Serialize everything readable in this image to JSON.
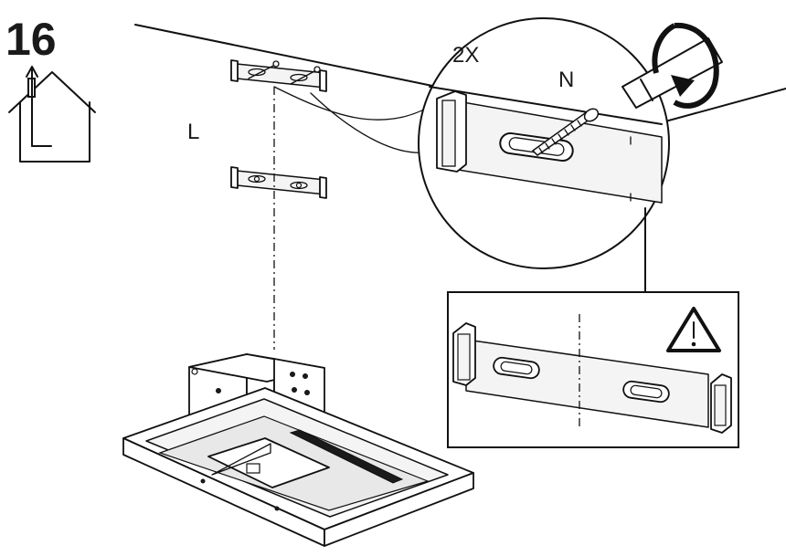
{
  "step": {
    "number": "16"
  },
  "labels": {
    "wall": "L",
    "quantity": "2X",
    "screw": "N"
  },
  "icons": {
    "room": "house-ceiling-icon",
    "warning": "warning-triangle-icon",
    "rotation": "rotate-clockwise-icon",
    "tool": "screwdriver-icon"
  },
  "colors": {
    "line": "#111111",
    "background": "#ffffff"
  }
}
